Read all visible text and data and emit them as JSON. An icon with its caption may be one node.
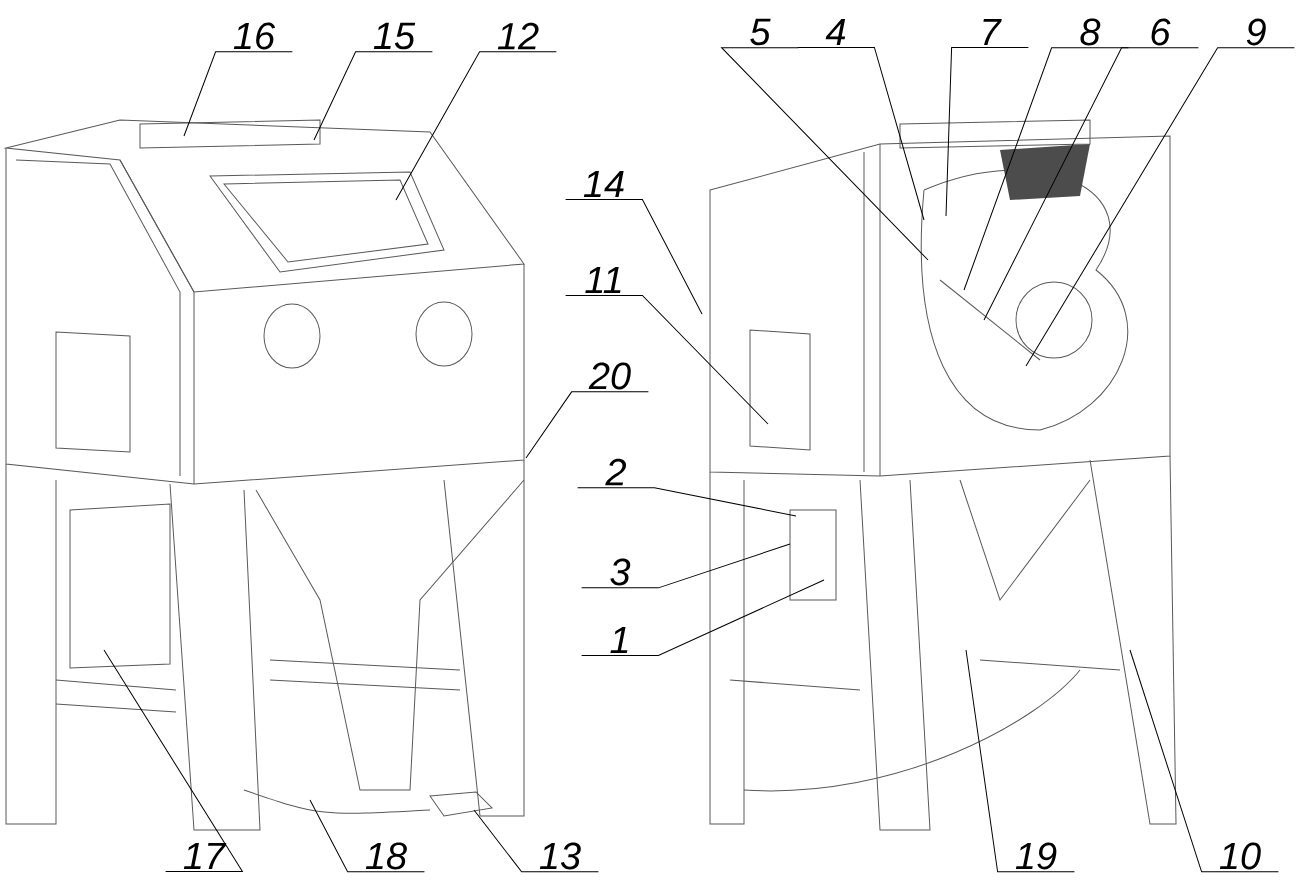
{
  "diagram": {
    "nodes": [
      {
        "text": [
          "16"
        ]
      },
      {
        "text": [
          "15"
        ]
      },
      {
        "text": [
          "12"
        ]
      },
      {
        "text": [
          "5"
        ]
      },
      {
        "text": [
          "4"
        ]
      },
      {
        "text": [
          "7"
        ]
      },
      {
        "text": [
          "8"
        ]
      },
      {
        "text": [
          "6"
        ]
      },
      {
        "text": [
          "9"
        ]
      },
      {
        "text": [
          "14"
        ]
      },
      {
        "text": [
          "11"
        ]
      },
      {
        "text": [
          "20"
        ]
      },
      {
        "text": [
          "2"
        ]
      },
      {
        "text": [
          "3"
        ]
      },
      {
        "text": [
          "1"
        ]
      },
      {
        "text": [
          "17"
        ]
      },
      {
        "text": [
          "18"
        ]
      },
      {
        "text": [
          "13"
        ]
      },
      {
        "text": [
          "19"
        ]
      },
      {
        "text": [
          "10"
        ]
      }
    ],
    "edges": [
      {
        "from": 0,
        "to": null,
        "arrow": "none"
      },
      {
        "from": 1,
        "to": null,
        "arrow": "none"
      },
      {
        "from": 2,
        "to": null,
        "arrow": "none"
      },
      {
        "from": 3,
        "to": null,
        "arrow": "none"
      },
      {
        "from": 4,
        "to": null,
        "arrow": "none"
      },
      {
        "from": 5,
        "to": null,
        "arrow": "none"
      },
      {
        "from": 6,
        "to": null,
        "arrow": "none"
      },
      {
        "from": 7,
        "to": null,
        "arrow": "none"
      },
      {
        "from": 8,
        "to": null,
        "arrow": "none"
      },
      {
        "from": 9,
        "to": null,
        "arrow": "none"
      },
      {
        "from": 10,
        "to": null,
        "arrow": "none"
      },
      {
        "from": 11,
        "to": null,
        "arrow": "none"
      },
      {
        "from": 12,
        "to": null,
        "arrow": "none"
      },
      {
        "from": 13,
        "to": null,
        "arrow": "none"
      },
      {
        "from": 14,
        "to": null,
        "arrow": "none"
      },
      {
        "from": 15,
        "to": null,
        "arrow": "none"
      },
      {
        "from": 16,
        "to": null,
        "arrow": "none"
      },
      {
        "from": 17,
        "to": null,
        "arrow": "none"
      },
      {
        "from": 18,
        "to": null,
        "arrow": "none"
      },
      {
        "from": 19,
        "to": null,
        "arrow": "none"
      }
    ]
  }
}
